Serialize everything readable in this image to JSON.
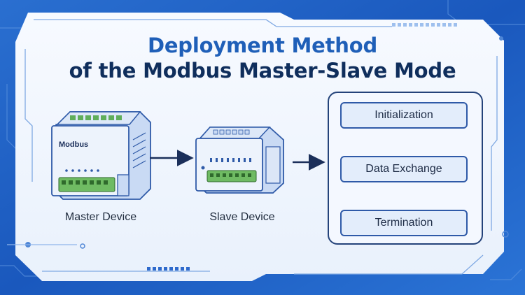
{
  "title": {
    "line1": "Deployment Method",
    "line2": "of the Modbus Master-Slave Mode"
  },
  "master_device": {
    "label": "Master Device",
    "brand_text": "Modbus"
  },
  "slave_device": {
    "label": "Slave Device"
  },
  "flow_steps": [
    {
      "label": "Initialization"
    },
    {
      "label": "Data Exchange"
    },
    {
      "label": "Termination"
    }
  ],
  "colors": {
    "background_blue": "#1d5fc4",
    "panel_white": "#f2f7ff",
    "title_blue": "#1f5fb8",
    "title_navy": "#0f2e5c",
    "arrow_navy": "#1b2f5a",
    "terminal_green": "#5fae5a"
  }
}
